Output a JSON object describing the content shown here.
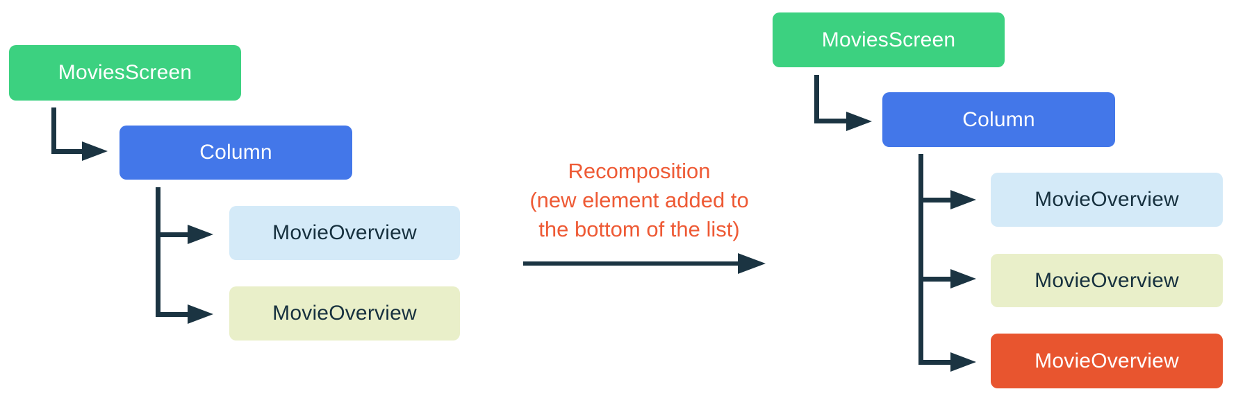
{
  "diagram": {
    "left_tree": {
      "root": {
        "label": "MoviesScreen"
      },
      "column": {
        "label": "Column"
      },
      "children": [
        {
          "label": "MovieOverview",
          "variant": "light-blue"
        },
        {
          "label": "MovieOverview",
          "variant": "light-green"
        }
      ]
    },
    "right_tree": {
      "root": {
        "label": "MoviesScreen"
      },
      "column": {
        "label": "Column"
      },
      "children": [
        {
          "label": "MovieOverview",
          "variant": "light-blue"
        },
        {
          "label": "MovieOverview",
          "variant": "light-green"
        },
        {
          "label": "MovieOverview",
          "variant": "orange",
          "highlight": true
        }
      ]
    },
    "caption": {
      "line1": "Recomposition",
      "line2": "(new element added to",
      "line3": "the bottom of the list)"
    },
    "colors": {
      "root_green": "#3CD180",
      "column_blue": "#4377E9",
      "child_light_blue": "#D4EAF8",
      "child_light_green": "#E9EFC9",
      "child_new_orange": "#E8552F",
      "caption_orange": "#EE5A35",
      "connector_dark": "#1B3442"
    }
  }
}
